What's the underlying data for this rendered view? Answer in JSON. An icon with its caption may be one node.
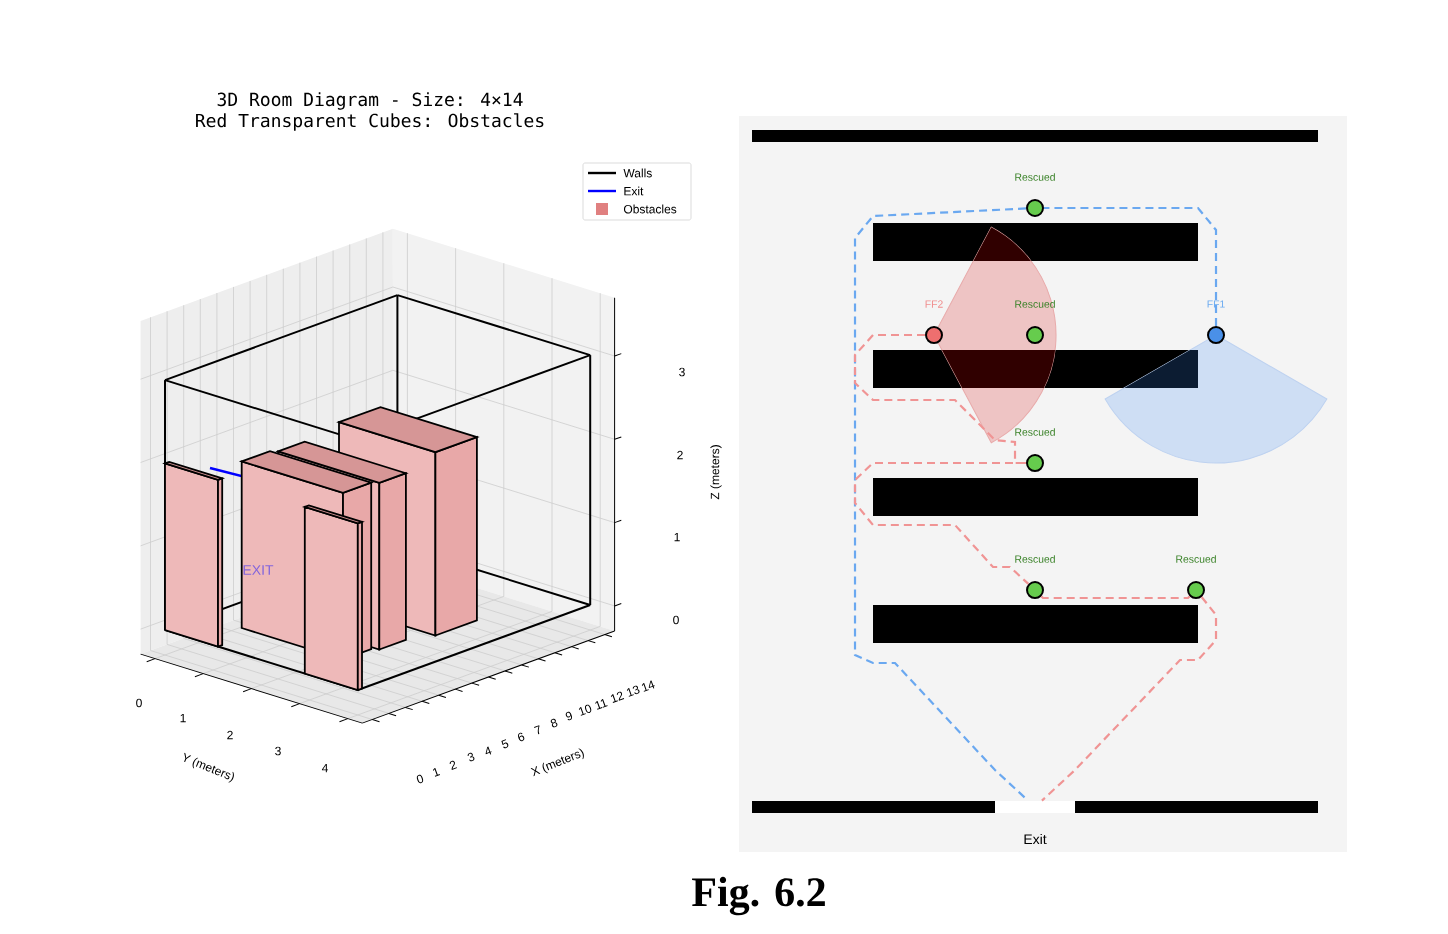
{
  "diagram": {
    "caption": "Fig. 6.2",
    "nodes": [
      {
        "text": [
          "Rescued"
        ]
      },
      {
        "text": [
          "FF2"
        ]
      },
      {
        "text": [
          "Rescued"
        ]
      },
      {
        "text": [
          "FF1"
        ]
      },
      {
        "text": [
          "Rescued"
        ]
      },
      {
        "text": [
          "Rescued"
        ]
      },
      {
        "text": [
          "Rescued"
        ]
      },
      {
        "text": [
          "Exit"
        ]
      }
    ],
    "edges": [
      {
        "from": 3,
        "to": 0,
        "arrow": "none",
        "style": "dashed",
        "color": "#6aa8f0"
      },
      {
        "from": 0,
        "to": 7,
        "arrow": "none",
        "style": "dashed",
        "color": "#6aa8f0"
      },
      {
        "from": 1,
        "to": 4,
        "arrow": "none",
        "style": "dashed",
        "color": "#f09494"
      },
      {
        "from": 4,
        "to": 5,
        "arrow": "none",
        "style": "dashed",
        "color": "#f09494"
      },
      {
        "from": 5,
        "to": 6,
        "arrow": "none",
        "style": "dashed",
        "color": "#f09494"
      },
      {
        "from": 6,
        "to": 7,
        "arrow": "none",
        "style": "dashed",
        "color": "#f09494"
      }
    ],
    "labels": [
      "3D Room Diagram - Size: 4×14",
      "Red Transparent Cubes: Obstacles",
      "3",
      "2",
      "1",
      "0",
      "Z (meters)",
      "EXIT",
      "0",
      "1",
      "2",
      "3",
      "4",
      "Y (meters)",
      "0",
      "1",
      "2",
      "3",
      "4",
      "5",
      "6",
      "7",
      "8",
      "9",
      "10",
      "11",
      "12",
      "13",
      "14",
      "X (meters)"
    ],
    "legend": [
      {
        "text": "Walls"
      },
      {
        "text": "Exit"
      },
      {
        "text": "Obstacles",
        "color": "#e08080"
      }
    ]
  }
}
